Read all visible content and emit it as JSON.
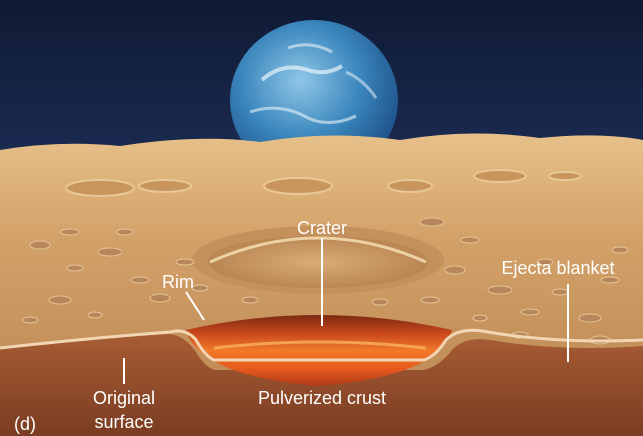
{
  "figure": {
    "panel_label": "(d)",
    "labels": {
      "crater": "Crater",
      "rim": "Rim",
      "ejecta_blanket": "Ejecta blanket",
      "original_surface_line1": "Original",
      "original_surface_line2": "surface",
      "pulverized_crust": "Pulverized crust"
    }
  }
}
